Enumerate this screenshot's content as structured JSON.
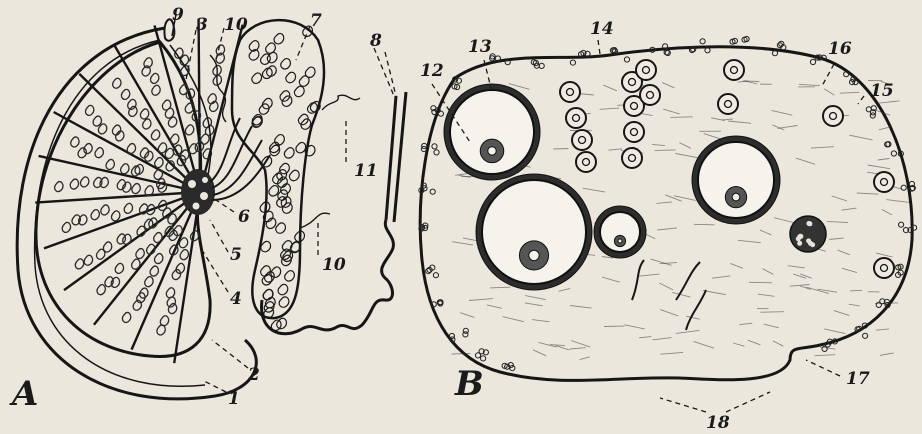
{
  "panels": {
    "a": {
      "letter": "A"
    },
    "b": {
      "letter": "B"
    }
  },
  "labels": {
    "n1": "1",
    "n2": "2",
    "n3": "3",
    "n4": "4",
    "n5": "5",
    "n6": "6",
    "n7": "7",
    "n8": "8",
    "n9": "9",
    "n10a": "10",
    "n10b": "10",
    "n11": "11",
    "n12": "12",
    "n13": "13",
    "n14": "14",
    "n15": "15",
    "n16": "16",
    "n17": "17",
    "n18": "18"
  }
}
